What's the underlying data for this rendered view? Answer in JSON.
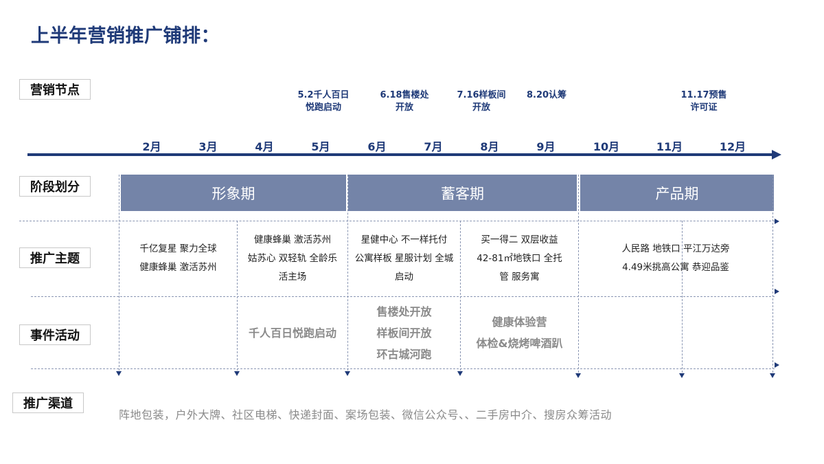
{
  "title": "上半年营销推广铺排：",
  "row_labels": {
    "milestones": "营销节点",
    "phases": "阶段划分",
    "themes": "推广主题",
    "events": "事件活动",
    "channels": "推广渠道"
  },
  "milestones": [
    {
      "text": "5.2千人百日\n悦跑启动"
    },
    {
      "text": "6.18售楼处\n开放"
    },
    {
      "text": "7.16样板间\n开放"
    },
    {
      "text": "8.20认筹"
    },
    {
      "text": "11.17预售\n许可证"
    }
  ],
  "months": [
    "2月",
    "3月",
    "4月",
    "5月",
    "6月",
    "7月",
    "8月",
    "9月",
    "10月",
    "11月",
    "12月"
  ],
  "phases": [
    {
      "label": "形象期"
    },
    {
      "label": "蓄客期"
    },
    {
      "label": "产品期"
    }
  ],
  "themes": [
    {
      "lines": [
        "千亿复星  聚力全球",
        "健康蜂巢 激活苏州"
      ]
    },
    {
      "lines": [
        "健康蜂巢 激活苏州",
        "姑苏心 双轻轨 全龄乐",
        "活主场"
      ]
    },
    {
      "lines": [
        "星健中心  不一样托付",
        "公寓样板 星服计划 全城",
        "启动"
      ]
    },
    {
      "lines": [
        "买一得二  双层收益",
        "42-81㎡地铁口  全托",
        "管  服务寓"
      ]
    },
    {
      "lines": [
        "人民路 地铁口 平江万达旁",
        "4.49米挑高公寓  恭迎品鉴"
      ]
    }
  ],
  "events": [
    {
      "lines": []
    },
    {
      "lines": [
        "千人百日悦跑启动"
      ]
    },
    {
      "lines": [
        "售楼处开放",
        "样板间开放",
        "环古城河跑"
      ]
    },
    {
      "lines": [
        "健康体验营",
        "体检&烧烤啤酒趴"
      ]
    },
    {
      "lines": []
    },
    {
      "lines": []
    }
  ],
  "channels": "阵地包装，户外大牌、社区电梯、快递封面、案场包装、微信公众号、、二手房中介、搜房众筹活动",
  "colors": {
    "primary": "#1f3a78",
    "phase_fill": "#7484a8",
    "dashed_line": "#8a96b3",
    "muted_text": "#8a8a8a"
  }
}
